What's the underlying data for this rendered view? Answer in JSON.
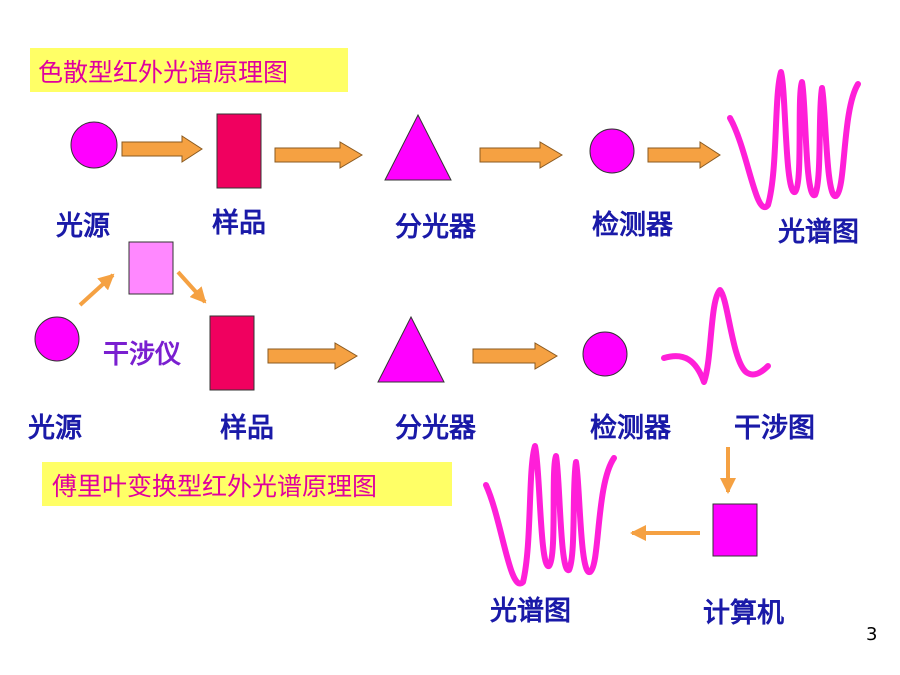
{
  "diagram": {
    "dispersive": {
      "title": "色散型红外光谱原理图",
      "labels": {
        "source": "光源",
        "sample": "样品",
        "monochromator": "分光器",
        "detector": "检测器",
        "spectrum": "光谱图"
      }
    },
    "ftir": {
      "title": "傅里叶变换型红外光谱原理图",
      "labels": {
        "source": "光源",
        "interferometer": "干涉仪",
        "sample": "样品",
        "monochromator": "分光器",
        "detector": "检测器",
        "interferogram": "干涉图",
        "computer": "计算机",
        "spectrum": "光谱图"
      }
    }
  },
  "page_number": "3",
  "colors": {
    "title_band": "#ffff66",
    "title_text": "#e0009e",
    "magenta": "#ff00ff",
    "crimson": "#f0005f",
    "pink_box": "#ff88ff",
    "arrow": "#f5a142",
    "label_blue": "#1a1aa8",
    "label_purple": "#7a1fd0"
  }
}
